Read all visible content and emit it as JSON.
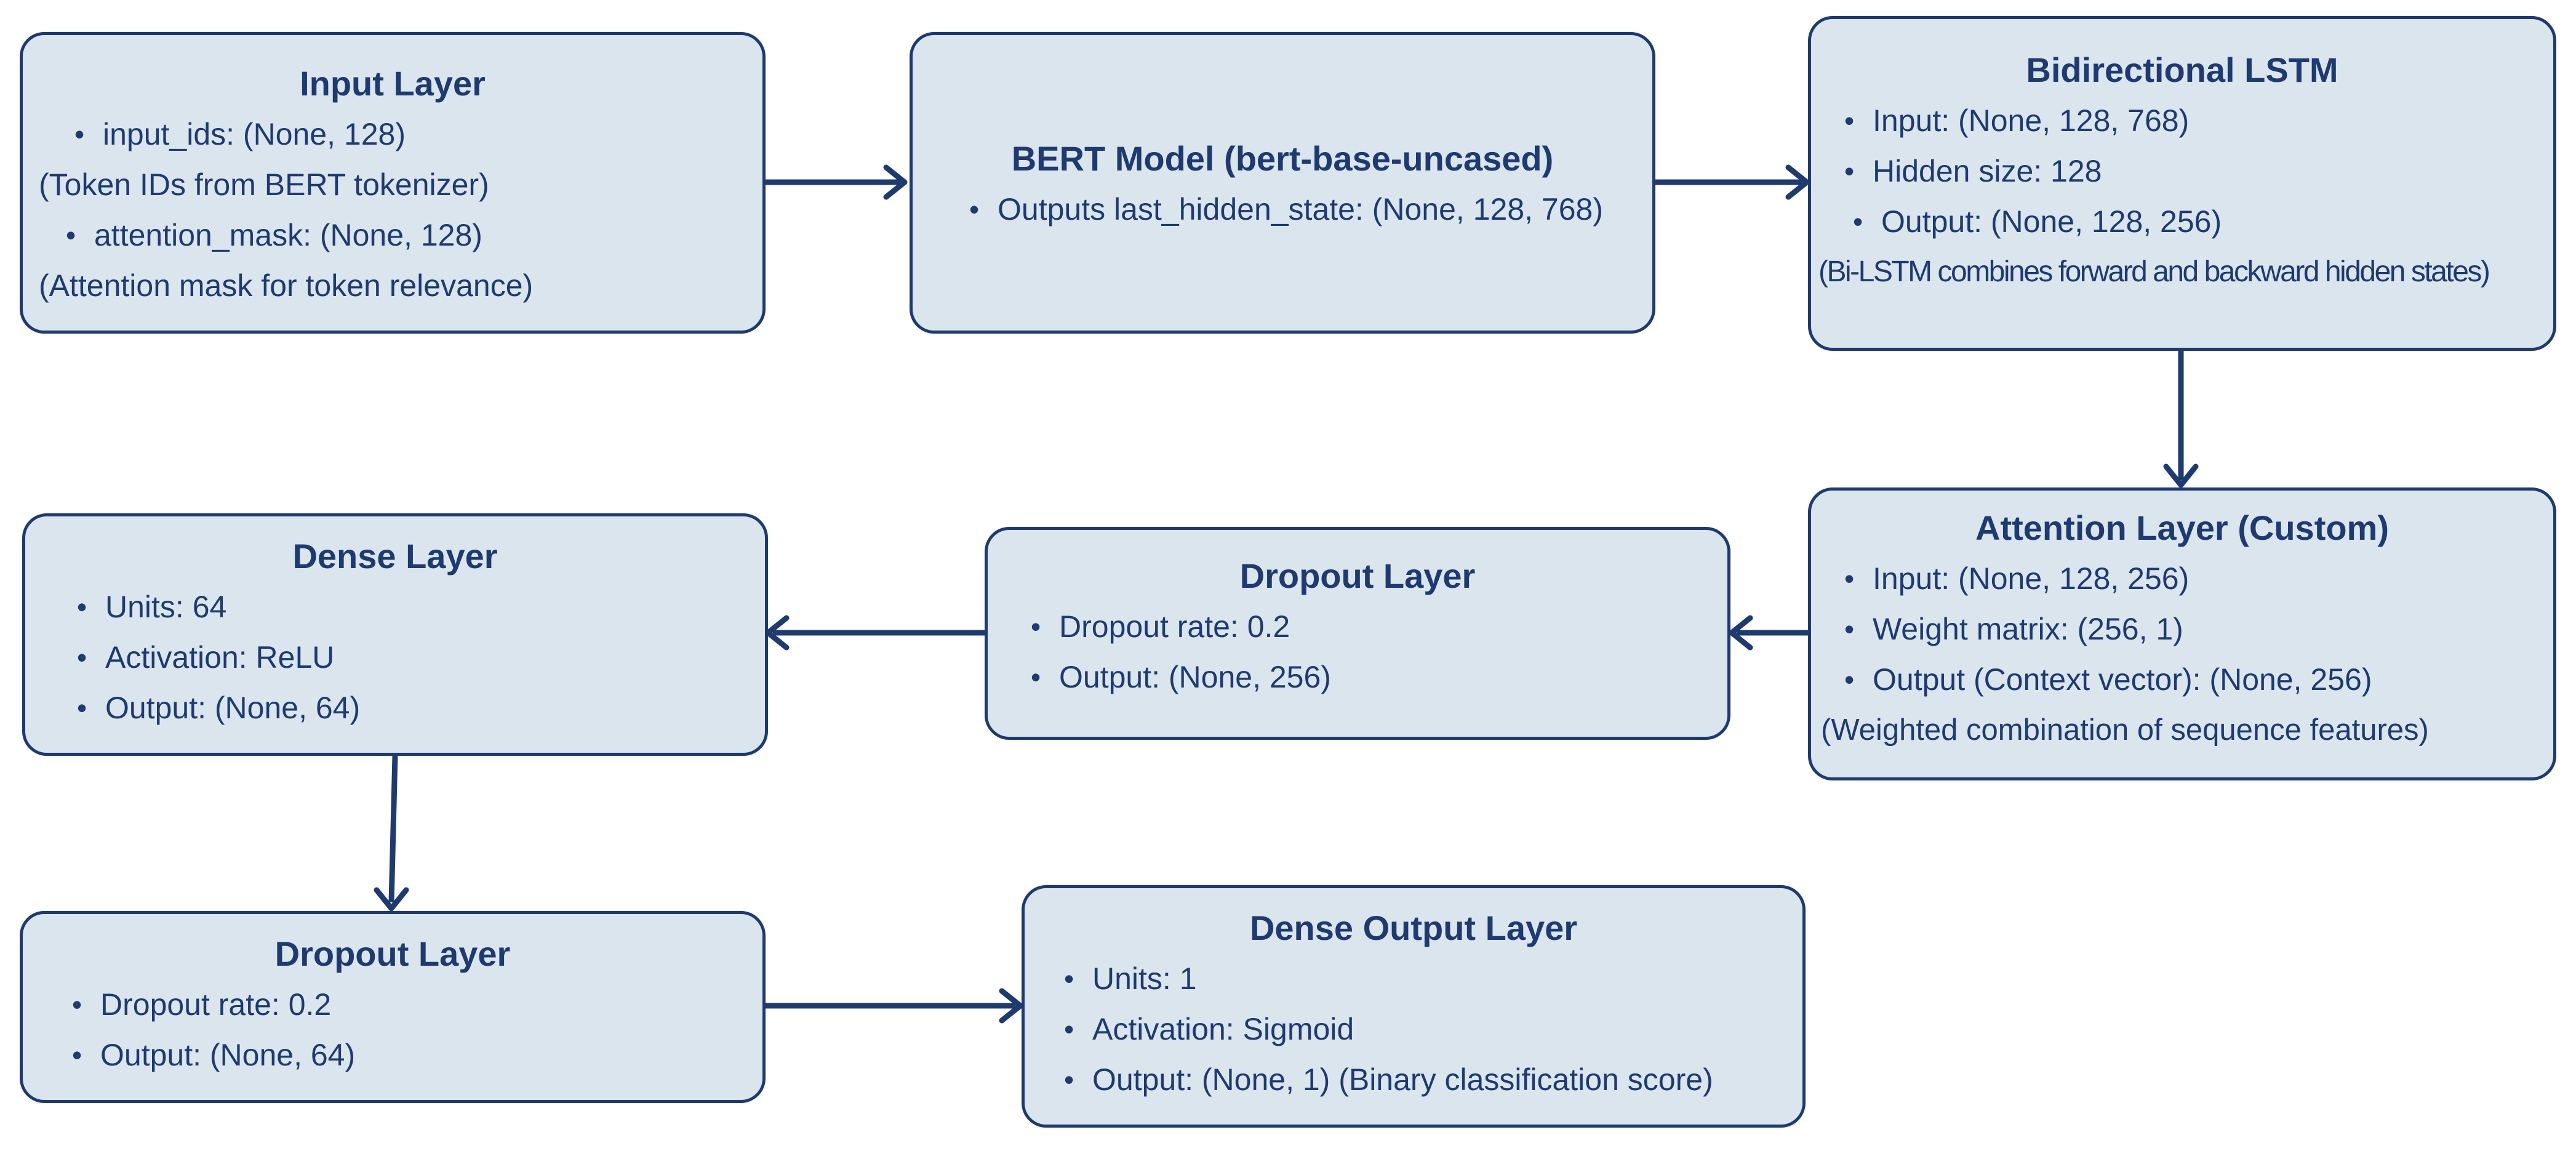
{
  "nodes": {
    "input_layer": {
      "title": "Input Layer",
      "lines": [
        {
          "kind": "bullet",
          "text": "input_ids: (None, 128)"
        },
        {
          "kind": "note",
          "text": "(Token IDs from BERT tokenizer)"
        },
        {
          "kind": "bullet",
          "text": "attention_mask: (None, 128)"
        },
        {
          "kind": "note",
          "text": "(Attention mask for token relevance)"
        }
      ]
    },
    "bert_model": {
      "title": "BERT Model (bert-base-uncased)",
      "lines": [
        {
          "kind": "bullet",
          "text": "Outputs last_hidden_state: (None, 128, 768)"
        }
      ]
    },
    "bilstm": {
      "title": "Bidirectional LSTM",
      "lines": [
        {
          "kind": "bullet",
          "text": "Input: (None, 128, 768)"
        },
        {
          "kind": "bullet",
          "text": "Hidden size: 128"
        },
        {
          "kind": "bullet",
          "text": "Output: (None, 128, 256)"
        },
        {
          "kind": "note",
          "text": "(Bi-LSTM combines forward and backward hidden states)"
        }
      ]
    },
    "attention_layer": {
      "title": "Attention Layer (Custom)",
      "lines": [
        {
          "kind": "bullet",
          "text": "Input: (None, 128, 256)"
        },
        {
          "kind": "bullet",
          "text": "Weight matrix: (256, 1)"
        },
        {
          "kind": "bullet",
          "text": "Output (Context vector): (None, 256)"
        },
        {
          "kind": "note",
          "text": "(Weighted combination of sequence features)"
        }
      ]
    },
    "dropout_1": {
      "title": "Dropout Layer",
      "lines": [
        {
          "kind": "bullet",
          "text": "Dropout rate: 0.2"
        },
        {
          "kind": "bullet",
          "text": "Output: (None, 256)"
        }
      ]
    },
    "dense_layer": {
      "title": "Dense Layer",
      "lines": [
        {
          "kind": "bullet",
          "text": "Units: 64"
        },
        {
          "kind": "bullet",
          "text": "Activation: ReLU"
        },
        {
          "kind": "bullet",
          "text": "Output: (None, 64)"
        }
      ]
    },
    "dropout_2": {
      "title": "Dropout Layer",
      "lines": [
        {
          "kind": "bullet",
          "text": "Dropout rate: 0.2"
        },
        {
          "kind": "bullet",
          "text": "Output: (None, 64)"
        }
      ]
    },
    "dense_output": {
      "title": "Dense Output Layer",
      "lines": [
        {
          "kind": "bullet",
          "text": "Units: 1"
        },
        {
          "kind": "bullet",
          "text": "Activation: Sigmoid"
        },
        {
          "kind": "bullet",
          "text": "Output: (None, 1) (Binary classification score)"
        }
      ]
    }
  },
  "edges": [
    {
      "from": "input_layer",
      "to": "bert_model"
    },
    {
      "from": "bert_model",
      "to": "bilstm"
    },
    {
      "from": "bilstm",
      "to": "attention_layer"
    },
    {
      "from": "attention_layer",
      "to": "dropout_1"
    },
    {
      "from": "dropout_1",
      "to": "dense_layer"
    },
    {
      "from": "dense_layer",
      "to": "dropout_2"
    },
    {
      "from": "dropout_2",
      "to": "dense_output"
    }
  ],
  "colors": {
    "box_fill": "#dbe5ee",
    "stroke": "#1f3a6e",
    "text": "#1f3a6e"
  }
}
